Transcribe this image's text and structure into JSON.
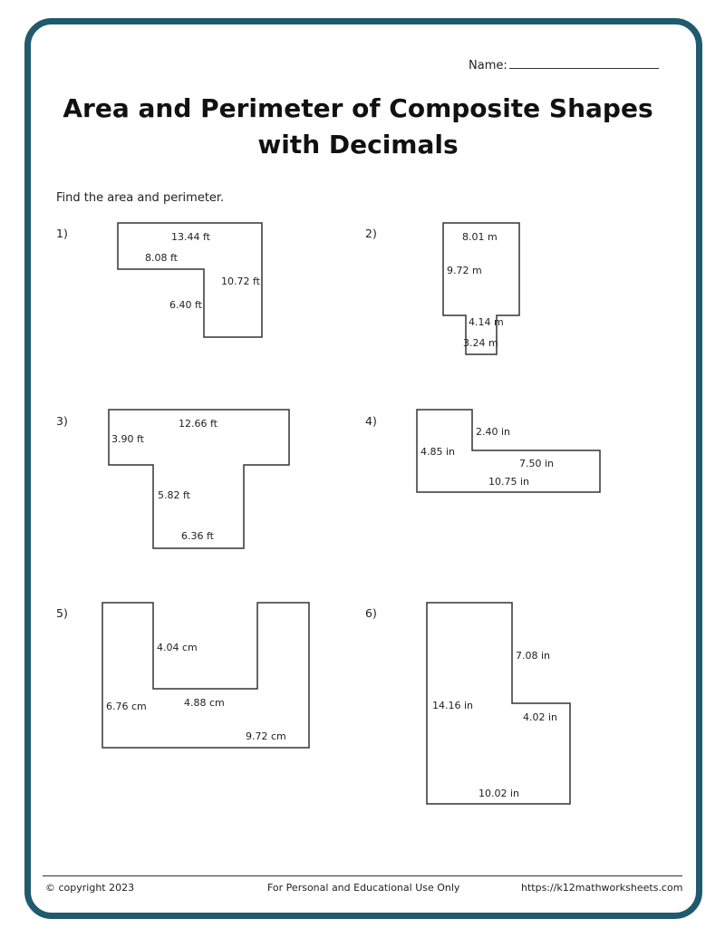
{
  "header": {
    "name_label": "Name:",
    "title_line1": "Area and Perimeter of Composite Shapes",
    "title_line2": "with Decimals",
    "instructions": "Find the area and perimeter."
  },
  "problems": [
    {
      "number": "1)",
      "labels": [
        "13.44  ft",
        "8.08  ft",
        "10.72  ft",
        "6.40  ft"
      ]
    },
    {
      "number": "2)",
      "labels": [
        "8.01  m",
        "9.72  m",
        "4.14  m",
        "3.24  m"
      ]
    },
    {
      "number": "3)",
      "labels": [
        "12.66  ft",
        "3.90  ft",
        "5.82  ft",
        "6.36  ft"
      ]
    },
    {
      "number": "4)",
      "labels": [
        "2.40  in",
        "4.85  in",
        "7.50  in",
        "10.75  in"
      ]
    },
    {
      "number": "5)",
      "labels": [
        "4.04  cm",
        "6.76  cm",
        "4.88  cm",
        "9.72  cm"
      ]
    },
    {
      "number": "6)",
      "labels": [
        "7.08  in",
        "14.16  in",
        "4.02  in",
        "10.02  in"
      ]
    }
  ],
  "footer": {
    "copyright": "© copyright 2023",
    "usage": "For Personal and Educational Use Only",
    "url": "https://k12mathworksheets.com"
  },
  "colors": {
    "frame": "#1f5a6e"
  }
}
